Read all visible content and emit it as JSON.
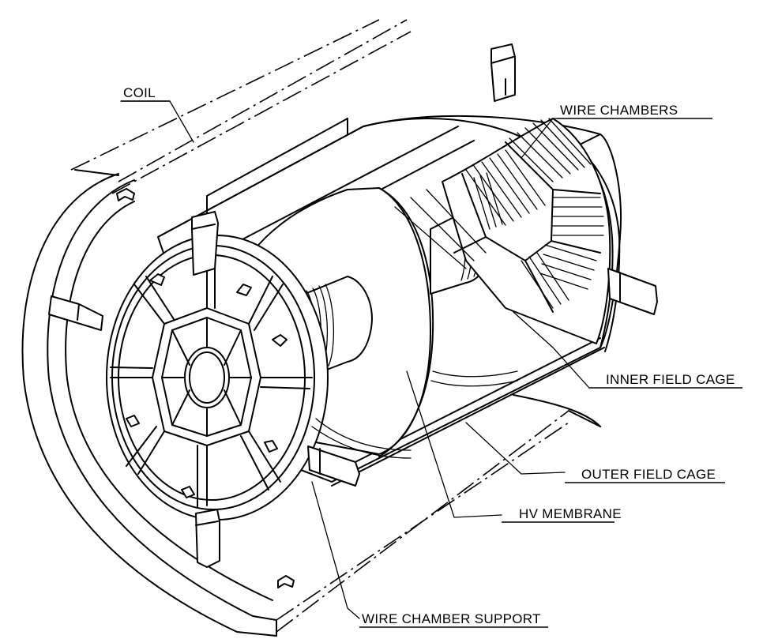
{
  "labels": {
    "coil": "COIL",
    "wire_chambers": "WIRE CHAMBERS",
    "inner_field_cage": "INNER FIELD CAGE",
    "outer_field_cage": "OUTER FIELD CAGE",
    "hv_membrane": "HV MEMBRANE",
    "wire_chamber_support": "WIRE CHAMBER SUPPORT"
  }
}
